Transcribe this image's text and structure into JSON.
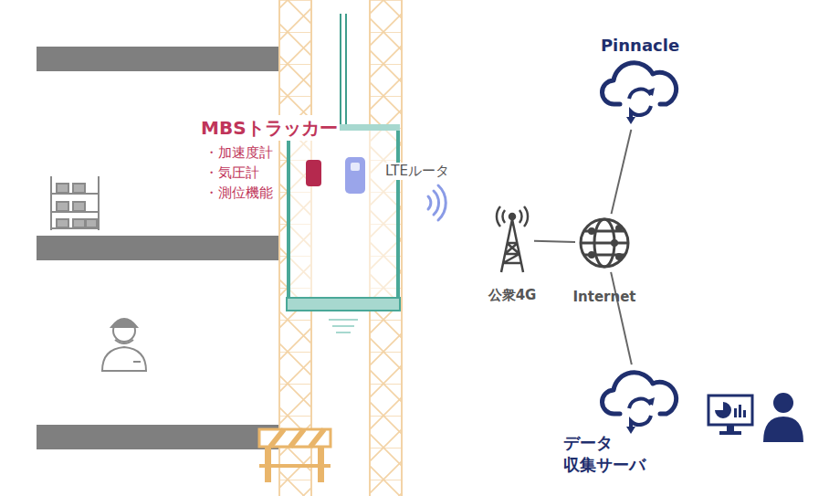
{
  "diagram": {
    "nodes": [
      {
        "text": [
          "MBSトラッカー",
          "・加速度計",
          "・気圧計",
          "・測位機能"
        ]
      },
      {
        "text": [
          "LTEルータ"
        ]
      },
      {
        "text": [
          "公衆4G"
        ]
      },
      {
        "text": [
          "Internet"
        ]
      },
      {
        "text": [
          "Pinnacle"
        ]
      },
      {
        "text": [
          "データ 収集サーバ"
        ]
      }
    ],
    "edges": [
      {
        "from": 2,
        "to": 3,
        "arrow": "none"
      },
      {
        "from": 3,
        "to": 4,
        "arrow": "none"
      },
      {
        "from": 3,
        "to": 5,
        "arrow": "none"
      }
    ]
  }
}
